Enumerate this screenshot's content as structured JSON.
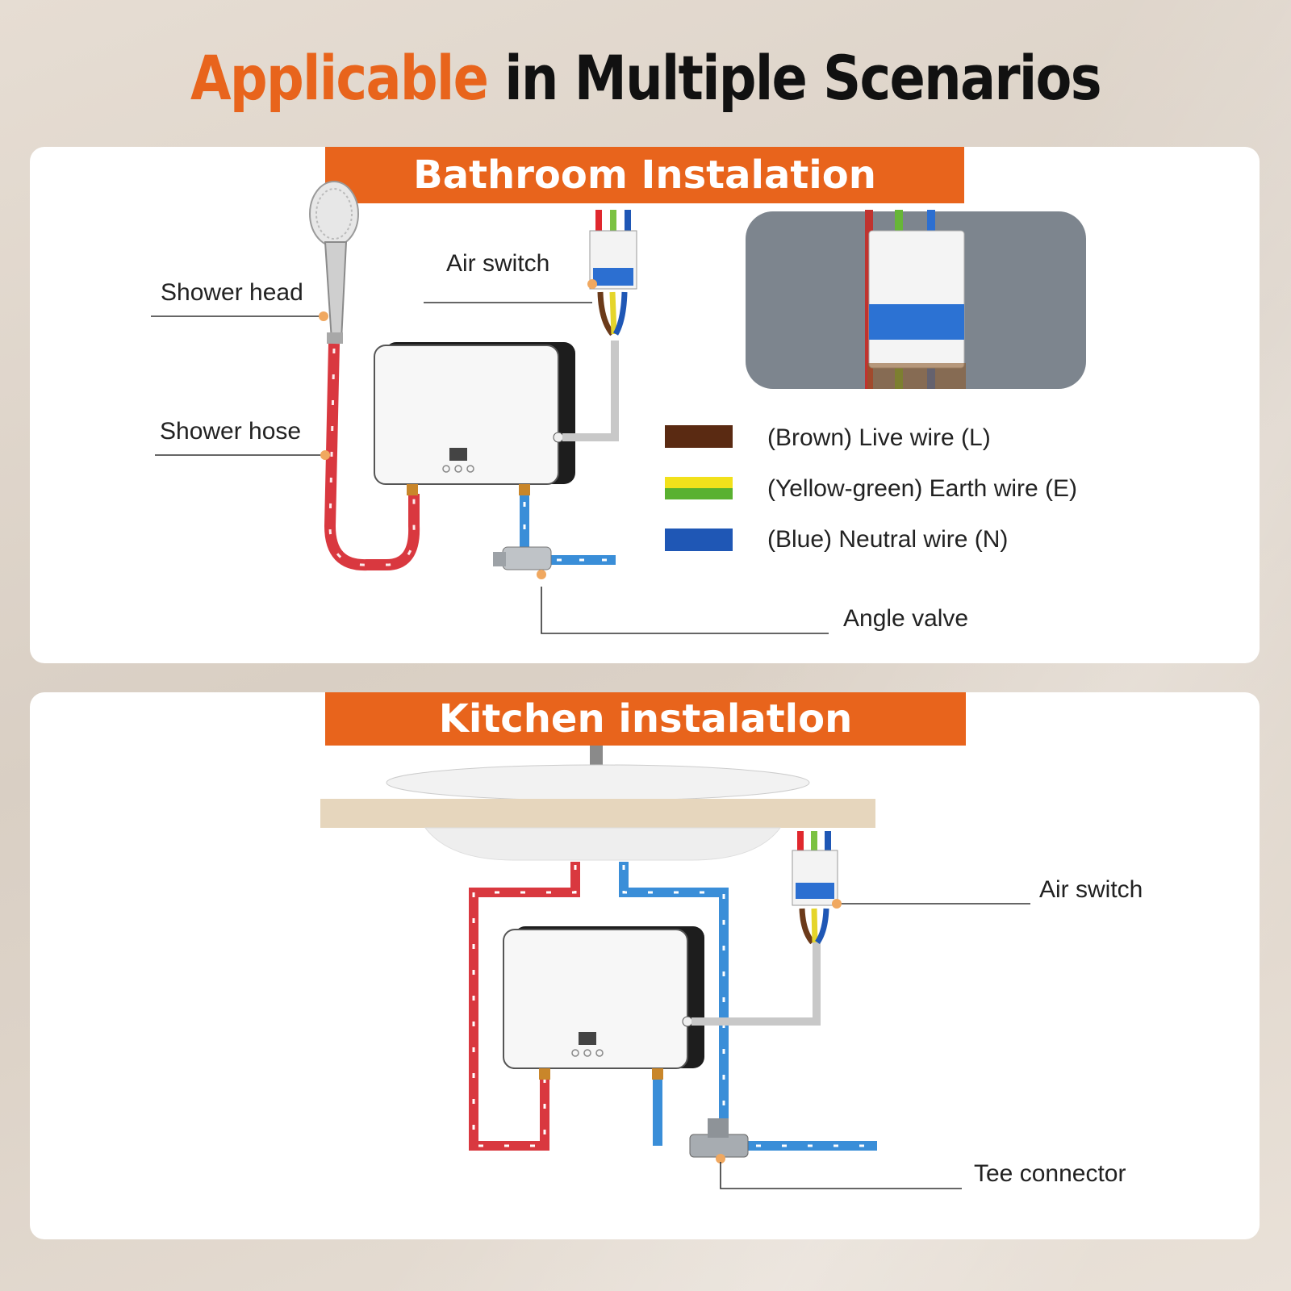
{
  "title": {
    "accent": "Applicable",
    "rest": "in Multiple Scenarios"
  },
  "bathroom": {
    "banner": "Bathroom Instalation",
    "labels": {
      "shower_head": "Shower head",
      "shower_hose": "Shower hose",
      "air_switch": "Air switch",
      "angle_valve": "Angle valve"
    },
    "legend": [
      {
        "text": "(Brown) Live wire (L)",
        "color": "#5a2a12"
      },
      {
        "text": "(Yellow-green) Earth wire (E)",
        "color": "#7cc242"
      },
      {
        "text": "(Blue) Neutral wire (N)",
        "color": "#1f57b5"
      }
    ]
  },
  "kitchen": {
    "banner": "Kitchen instalatlon",
    "labels": {
      "air_switch": "Air switch",
      "tee_connector": "Tee connector"
    }
  },
  "colors": {
    "accent": "#e8641c",
    "hot_pipe": "#d9383f",
    "cold_pipe": "#3a8ed8",
    "live": "#5a2a12",
    "earth_yellow": "#f2e11b",
    "earth_green": "#59b130",
    "neutral": "#1f57b5"
  }
}
